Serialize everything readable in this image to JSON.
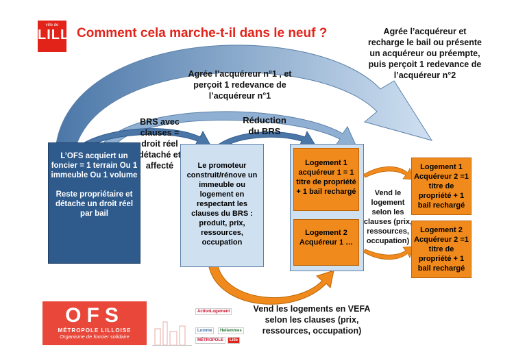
{
  "title": "Comment cela marche-t-il  dans le neuf ?",
  "logo_lille": {
    "small": "ville de",
    "big": "LILLE"
  },
  "labels": {
    "top_right": "Agrée l’acquéreur et recharge le bail ou présente un acquéreur ou préempte, puis perçoit 1 redevance de l’acquéreur n°2",
    "mid_top": "Agrée l’acquéreur n°1 , et perçoit 1 redevance de l’acquéreur n°1",
    "brs": "BRS avec clauses = droit réel détaché et affecté",
    "reduction": "Réduction du BRS",
    "vend_right": "Vend le logement selon les clauses (prix, ressources, occupation)",
    "vend_bottom": "Vend les logements en VEFA selon les clauses (prix, ressources, occupation)"
  },
  "ofs_box": [
    "L’OFS acquiert un foncier = 1 terrain Ou 1 immeuble Ou 1 volume",
    "Reste propriétaire et détache un droit réel par bail"
  ],
  "promoteur_box": "Le promoteur construit/rénove un immeuble ou logement en respectant les clauses du BRS : produit, prix, ressources, occupation",
  "logement1_acq1": "Logement 1 acquéreur 1 = 1 titre de propriété + 1 bail rechargé",
  "logement2_acq1": "Logement 2 Acquéreur 1 …",
  "logement1_acq2": "Logement 1 Acquéreur 2 =1 titre de propriété + 1 bail rechargé",
  "logement2_acq2": "Logement 2 Acquéreur 2 =1 titre de propriété + 1 bail rechargé",
  "ofs_logo": {
    "big": "OFS",
    "line1": "MÉTROPOLE LILLOISE",
    "line2": "Organisme de foncier solidaire"
  },
  "partners": [
    "ActionLogement",
    "Lomme",
    "Hellemmes",
    "MÉTROPOLE",
    "Lille"
  ],
  "colors": {
    "red": "#e2231a",
    "dark_blue": "#2e5a8c",
    "light_blue": "#cfe0f1",
    "orange": "#f08a1c"
  }
}
